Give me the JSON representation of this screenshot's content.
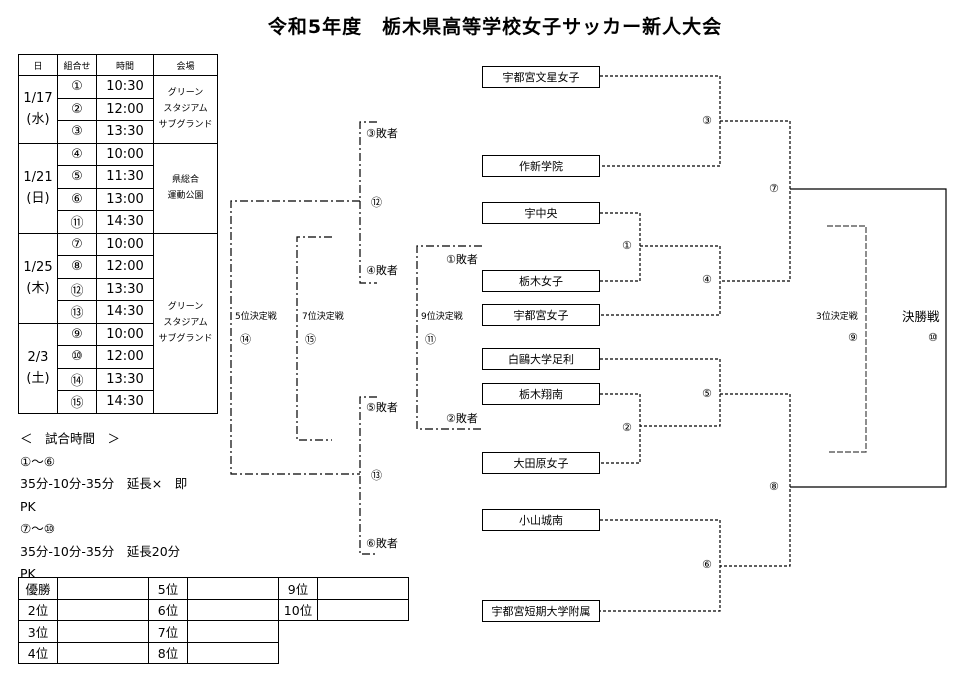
{
  "title": "令和5年度　栃木県高等学校女子サッカー新人大会",
  "schedule": {
    "headers": [
      "日",
      "組合せ",
      "時間",
      "会場"
    ],
    "groups": [
      {
        "date": "1/17",
        "dow": "(水)",
        "venue": [
          "グリーン",
          "スタジアム",
          "サブグランド"
        ],
        "rows": [
          {
            "match": "①",
            "time": "10:30"
          },
          {
            "match": "②",
            "time": "12:00"
          },
          {
            "match": "③",
            "time": "13:30"
          }
        ]
      },
      {
        "date": "1/21",
        "dow": "(日)",
        "venue": [
          "県総合",
          "運動公園"
        ],
        "rows": [
          {
            "match": "④",
            "time": "10:00"
          },
          {
            "match": "⑤",
            "time": "11:30"
          },
          {
            "match": "⑥",
            "time": "13:00"
          },
          {
            "match": "⑪",
            "time": "14:30"
          }
        ]
      },
      {
        "date": "1/25",
        "dow": "(木)",
        "venue": [
          "グリーン",
          "スタジアム",
          "サブグランド"
        ],
        "rows": [
          {
            "match": "⑦",
            "time": "10:00"
          },
          {
            "match": "⑧",
            "time": "12:00"
          },
          {
            "match": "⑫",
            "time": "13:30"
          },
          {
            "match": "⑬",
            "time": "14:30"
          }
        ]
      },
      {
        "date": "2/3",
        "dow": "(土)",
        "venue": [],
        "rows": [
          {
            "match": "⑨",
            "time": "10:00"
          },
          {
            "match": "⑩",
            "time": "12:00"
          },
          {
            "match": "⑭",
            "time": "13:30"
          },
          {
            "match": "⑮",
            "time": "14:30"
          }
        ]
      }
    ]
  },
  "notes": {
    "heading": "＜　試合時間　＞",
    "a_range": "①～⑥",
    "a_rule_1": "35分-10分-35分　延長×　即",
    "a_rule_2": "PK",
    "b_range": "⑦～⑩",
    "b_rule_1": "35分-10分-35分　延長20分",
    "b_rule_2": "PK"
  },
  "results": {
    "rows": [
      [
        "優勝",
        "5位",
        "9位"
      ],
      [
        "2位",
        "6位",
        "10位"
      ],
      [
        "3位",
        "7位"
      ],
      [
        "4位",
        "8位"
      ]
    ]
  },
  "teams": [
    "宇都宮文星女子",
    "作新学院",
    "宇中央",
    "栃木女子",
    "宇都宮女子",
    "白鷗大学足利",
    "栃木翔南",
    "大田原女子",
    "小山城南",
    "宇都宮短期大学附属"
  ],
  "bracket": {
    "m1": "①",
    "m2": "②",
    "m3": "③",
    "m4": "④",
    "m5": "⑤",
    "m6": "⑥",
    "m7": "⑦",
    "m8": "⑧",
    "third_place_label": "3位決定戦",
    "m9": "⑨",
    "final_label": "決勝戦",
    "m10": "⑩"
  },
  "consolation": {
    "loser3": "③敗者",
    "loser4": "④敗者",
    "loser5": "⑤敗者",
    "loser6": "⑥敗者",
    "loser1": "①敗者",
    "loser2": "②敗者",
    "m12": "⑫",
    "m13": "⑬",
    "fifth_label": "5位決定戦",
    "m14": "⑭",
    "seventh_label": "7位決定戦",
    "m15": "⑮",
    "ninth_label": "9位決定戦",
    "m11": "⑪"
  }
}
